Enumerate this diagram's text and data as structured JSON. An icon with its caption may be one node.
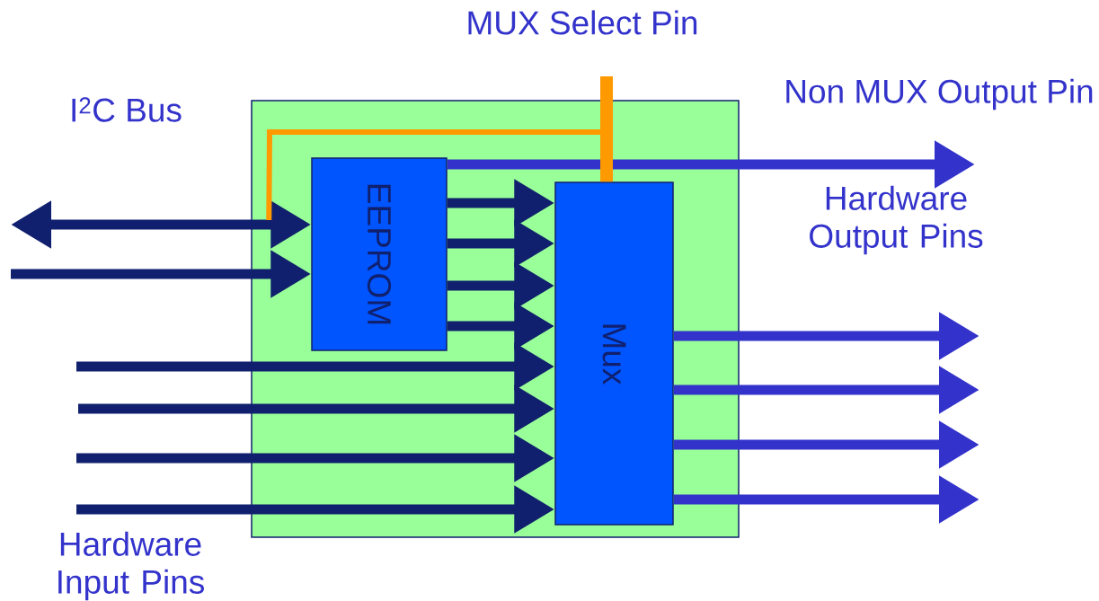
{
  "diagram": {
    "nodes": [
      {
        "text": [],
        "shape": "box"
      },
      {
        "text": [
          "EEPROM"
        ],
        "in": 0
      },
      {
        "text": [
          "Mux"
        ],
        "in": 0
      }
    ],
    "edges": [
      {
        "from": null,
        "to": 1,
        "arrow": "both"
      },
      {
        "from": null,
        "to": 1,
        "arrow": "to"
      },
      {
        "from": 1,
        "to": 2,
        "arrow": "to"
      },
      {
        "from": 1,
        "to": 2,
        "arrow": "to"
      },
      {
        "from": 1,
        "to": 2,
        "arrow": "to"
      },
      {
        "from": 1,
        "to": 2,
        "arrow": "to"
      },
      {
        "from": 1,
        "to": null,
        "arrow": "to",
        "color": "#3333cc"
      },
      {
        "from": null,
        "to": 2,
        "arrow": "to"
      },
      {
        "from": null,
        "to": 2,
        "arrow": "to"
      },
      {
        "from": null,
        "to": 2,
        "arrow": "to"
      },
      {
        "from": null,
        "to": 2,
        "arrow": "to"
      },
      {
        "from": 2,
        "to": null,
        "arrow": "to",
        "color": "#3333cc"
      },
      {
        "from": 2,
        "to": null,
        "arrow": "to",
        "color": "#3333cc"
      },
      {
        "from": 2,
        "to": null,
        "arrow": "to",
        "color": "#3333cc"
      },
      {
        "from": 2,
        "to": null,
        "arrow": "to",
        "color": "#3333cc"
      },
      {
        "from": null,
        "to": 2,
        "arrow": "none",
        "color": "#ff9900"
      },
      {
        "from": null,
        "to": 1,
        "arrow": "none",
        "color": "#ff9900"
      }
    ],
    "labels": [
      "MUX Select Pin",
      "I$^{2}$C Bus",
      "Non MUX Output Pin",
      "Hardware Output Pins",
      "Hardware Input Pins"
    ]
  }
}
